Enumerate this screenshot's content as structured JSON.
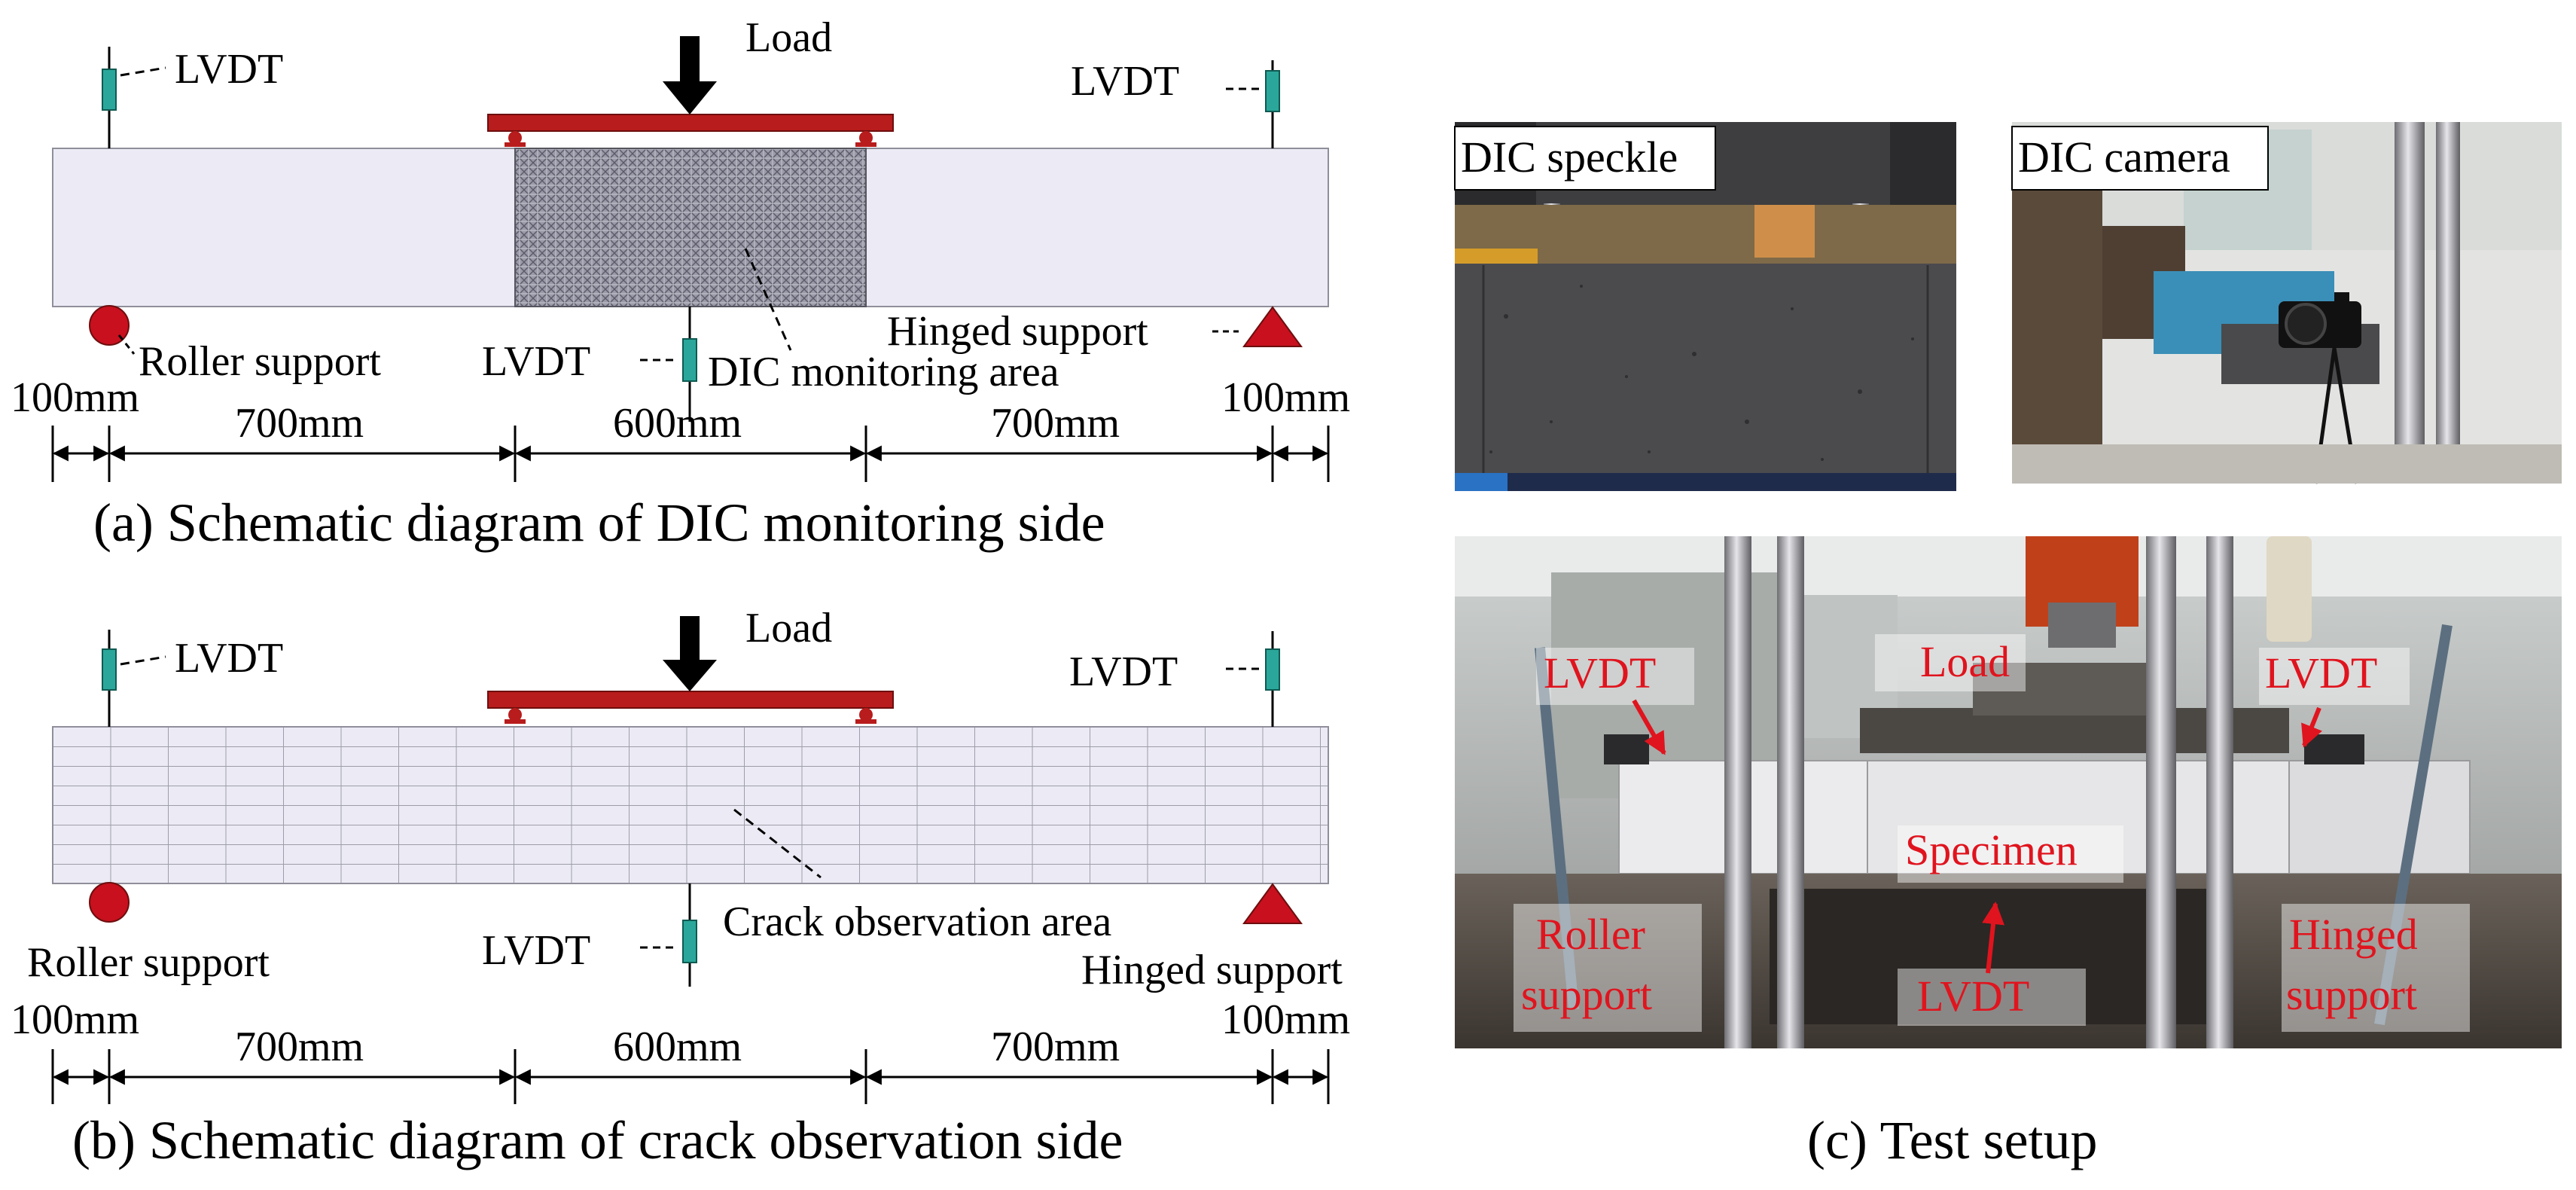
{
  "panel_a": {
    "caption": "(a) Schematic diagram of DIC monitoring side",
    "load_label": "Load",
    "lvdt_top_left": "LVDT",
    "lvdt_top_right": "LVDT",
    "lvdt_bottom": "LVDT",
    "roller_label": "Roller support",
    "hinged_label": "Hinged support",
    "area_label": "DIC monitoring area",
    "dims": [
      "100mm",
      "700mm",
      "600mm",
      "700mm",
      "100mm"
    ]
  },
  "panel_b": {
    "caption": "(b) Schematic diagram of crack observation side",
    "load_label": "Load",
    "lvdt_top_left": "LVDT",
    "lvdt_top_right": "LVDT",
    "lvdt_bottom": "LVDT",
    "roller_label": "Roller support",
    "hinged_label": "Hinged support",
    "area_label": "Crack observation area",
    "dims": [
      "100mm",
      "700mm",
      "600mm",
      "700mm",
      "100mm"
    ]
  },
  "panel_c": {
    "caption": "(c) Test setup",
    "photo1_label": "DIC speckle",
    "photo2_label": "DIC camera",
    "photo3": {
      "lvdt_left": "LVDT",
      "load": "Load",
      "lvdt_right": "LVDT",
      "specimen": "Specimen",
      "roller_line1": "Roller",
      "roller_line2": "support",
      "hinged_line1": "Hinged",
      "hinged_line2": "support",
      "lvdt_bottom": "LVDT"
    }
  },
  "colors": {
    "beam_fill": "#ecebf5",
    "support_red": "#c8101e",
    "load_beam": "#b81c1c",
    "lvdt_teal": "#2aa79a",
    "annotation_red": "#e0141e"
  }
}
